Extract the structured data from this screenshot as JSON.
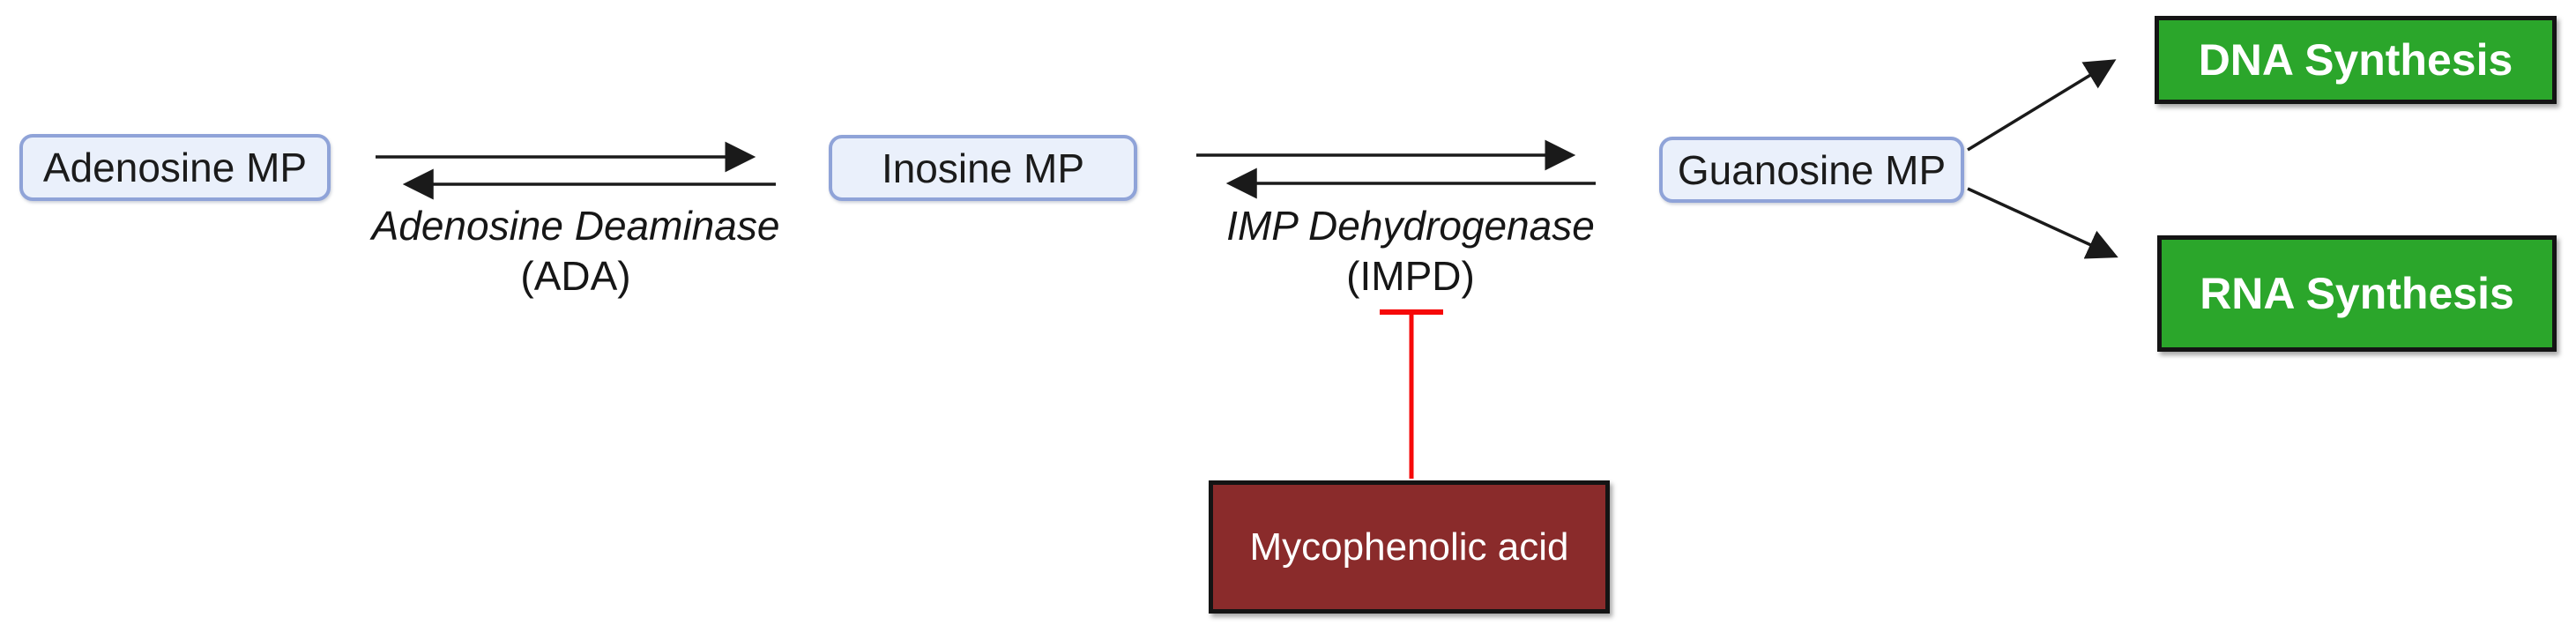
{
  "colors": {
    "background": "#ffffff",
    "metabolite_fill": "#EAF0FB",
    "metabolite_border": "#8FA3D8",
    "product_fill": "#2BA62B",
    "product_border": "#141414",
    "inhibitor_fill": "#8A2B2B",
    "inhibitor_border": "#141414",
    "arrow_black": "#1a1a1a",
    "inhibition_red": "#F60909",
    "text_dark": "#161616",
    "text_light": "#ffffff"
  },
  "nodes": {
    "adenosine": {
      "label": "Adenosine MP"
    },
    "inosine": {
      "label": "Inosine MP"
    },
    "guanosine": {
      "label": "Guanosine MP"
    },
    "dna": {
      "label": "DNA Synthesis"
    },
    "rna": {
      "label": "RNA Synthesis"
    },
    "inhibitor": {
      "label": "Mycophenolic acid"
    }
  },
  "enzymes": {
    "ada": {
      "name": "Adenosine Deaminase",
      "abbreviation": "(ADA)"
    },
    "impd": {
      "name": "IMP Dehydrogenase",
      "abbreviation": "(IMPD)"
    }
  }
}
